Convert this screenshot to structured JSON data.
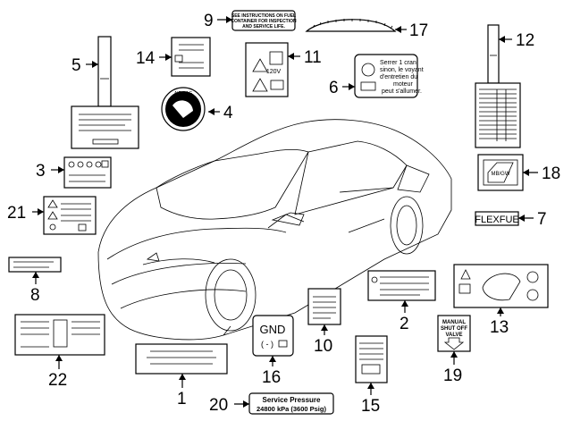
{
  "parts": [
    {
      "id": "label-1",
      "num": "1"
    },
    {
      "id": "label-2",
      "num": "2"
    },
    {
      "id": "label-3",
      "num": "3"
    },
    {
      "id": "label-4",
      "num": "4"
    },
    {
      "id": "label-5",
      "num": "5"
    },
    {
      "id": "label-6",
      "num": "6"
    },
    {
      "id": "label-7",
      "num": "7"
    },
    {
      "id": "label-8",
      "num": "8"
    },
    {
      "id": "label-9",
      "num": "9"
    },
    {
      "id": "label-10",
      "num": "10"
    },
    {
      "id": "label-11",
      "num": "11"
    },
    {
      "id": "label-12",
      "num": "12"
    },
    {
      "id": "label-13",
      "num": "13"
    },
    {
      "id": "label-14",
      "num": "14"
    },
    {
      "id": "label-15",
      "num": "15"
    },
    {
      "id": "label-16",
      "num": "16"
    },
    {
      "id": "label-17",
      "num": "17"
    },
    {
      "id": "label-18",
      "num": "18"
    },
    {
      "id": "label-19",
      "num": "19"
    },
    {
      "id": "label-20",
      "num": "20"
    },
    {
      "id": "label-21",
      "num": "21"
    },
    {
      "id": "label-22",
      "num": "22"
    }
  ],
  "texts": {
    "fuel_line1": "SEE INSTRUCTIONS ON FUEL",
    "fuel_line2": "CONTAINER FOR INSPECTION",
    "fuel_line3": "AND SERVICE LIFE.",
    "voltage": "120V",
    "french_1": "Serrer 1 cran",
    "french_2": "sinon, le voyant",
    "french_3": "d'entretien du",
    "french_4": "moteur",
    "french_5": "peut s'allumer.",
    "flexfuel": "FLEXFUE",
    "gnd": "GND",
    "gnd_sub": "( - )",
    "service_pressure": "Service Pressure",
    "pressure_value": "24800 kPa (3600 Psig)",
    "shutoff_1": "MANUAL",
    "shutoff_2": "SHUT OFF",
    "shutoff_3": "VALVE",
    "airbag": "AIR BAG"
  }
}
